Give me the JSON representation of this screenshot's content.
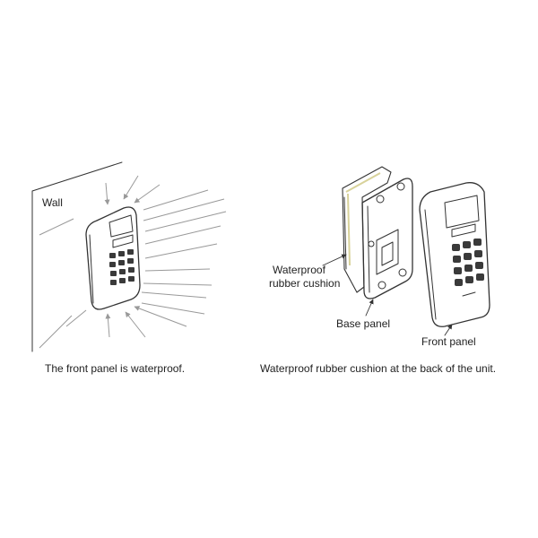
{
  "left_figure": {
    "wall_label": "Wall",
    "caption": "The front panel is waterproof."
  },
  "right_figure": {
    "cushion_label_line1": "Waterproof",
    "cushion_label_line2": "rubber cushion",
    "base_label": "Base panel",
    "front_label": "Front panel",
    "caption": "Waterproof rubber cushion at the back of the unit."
  },
  "colors": {
    "line": "#333333",
    "rays": "#999999",
    "cushion_accent": "#d8d29a"
  }
}
